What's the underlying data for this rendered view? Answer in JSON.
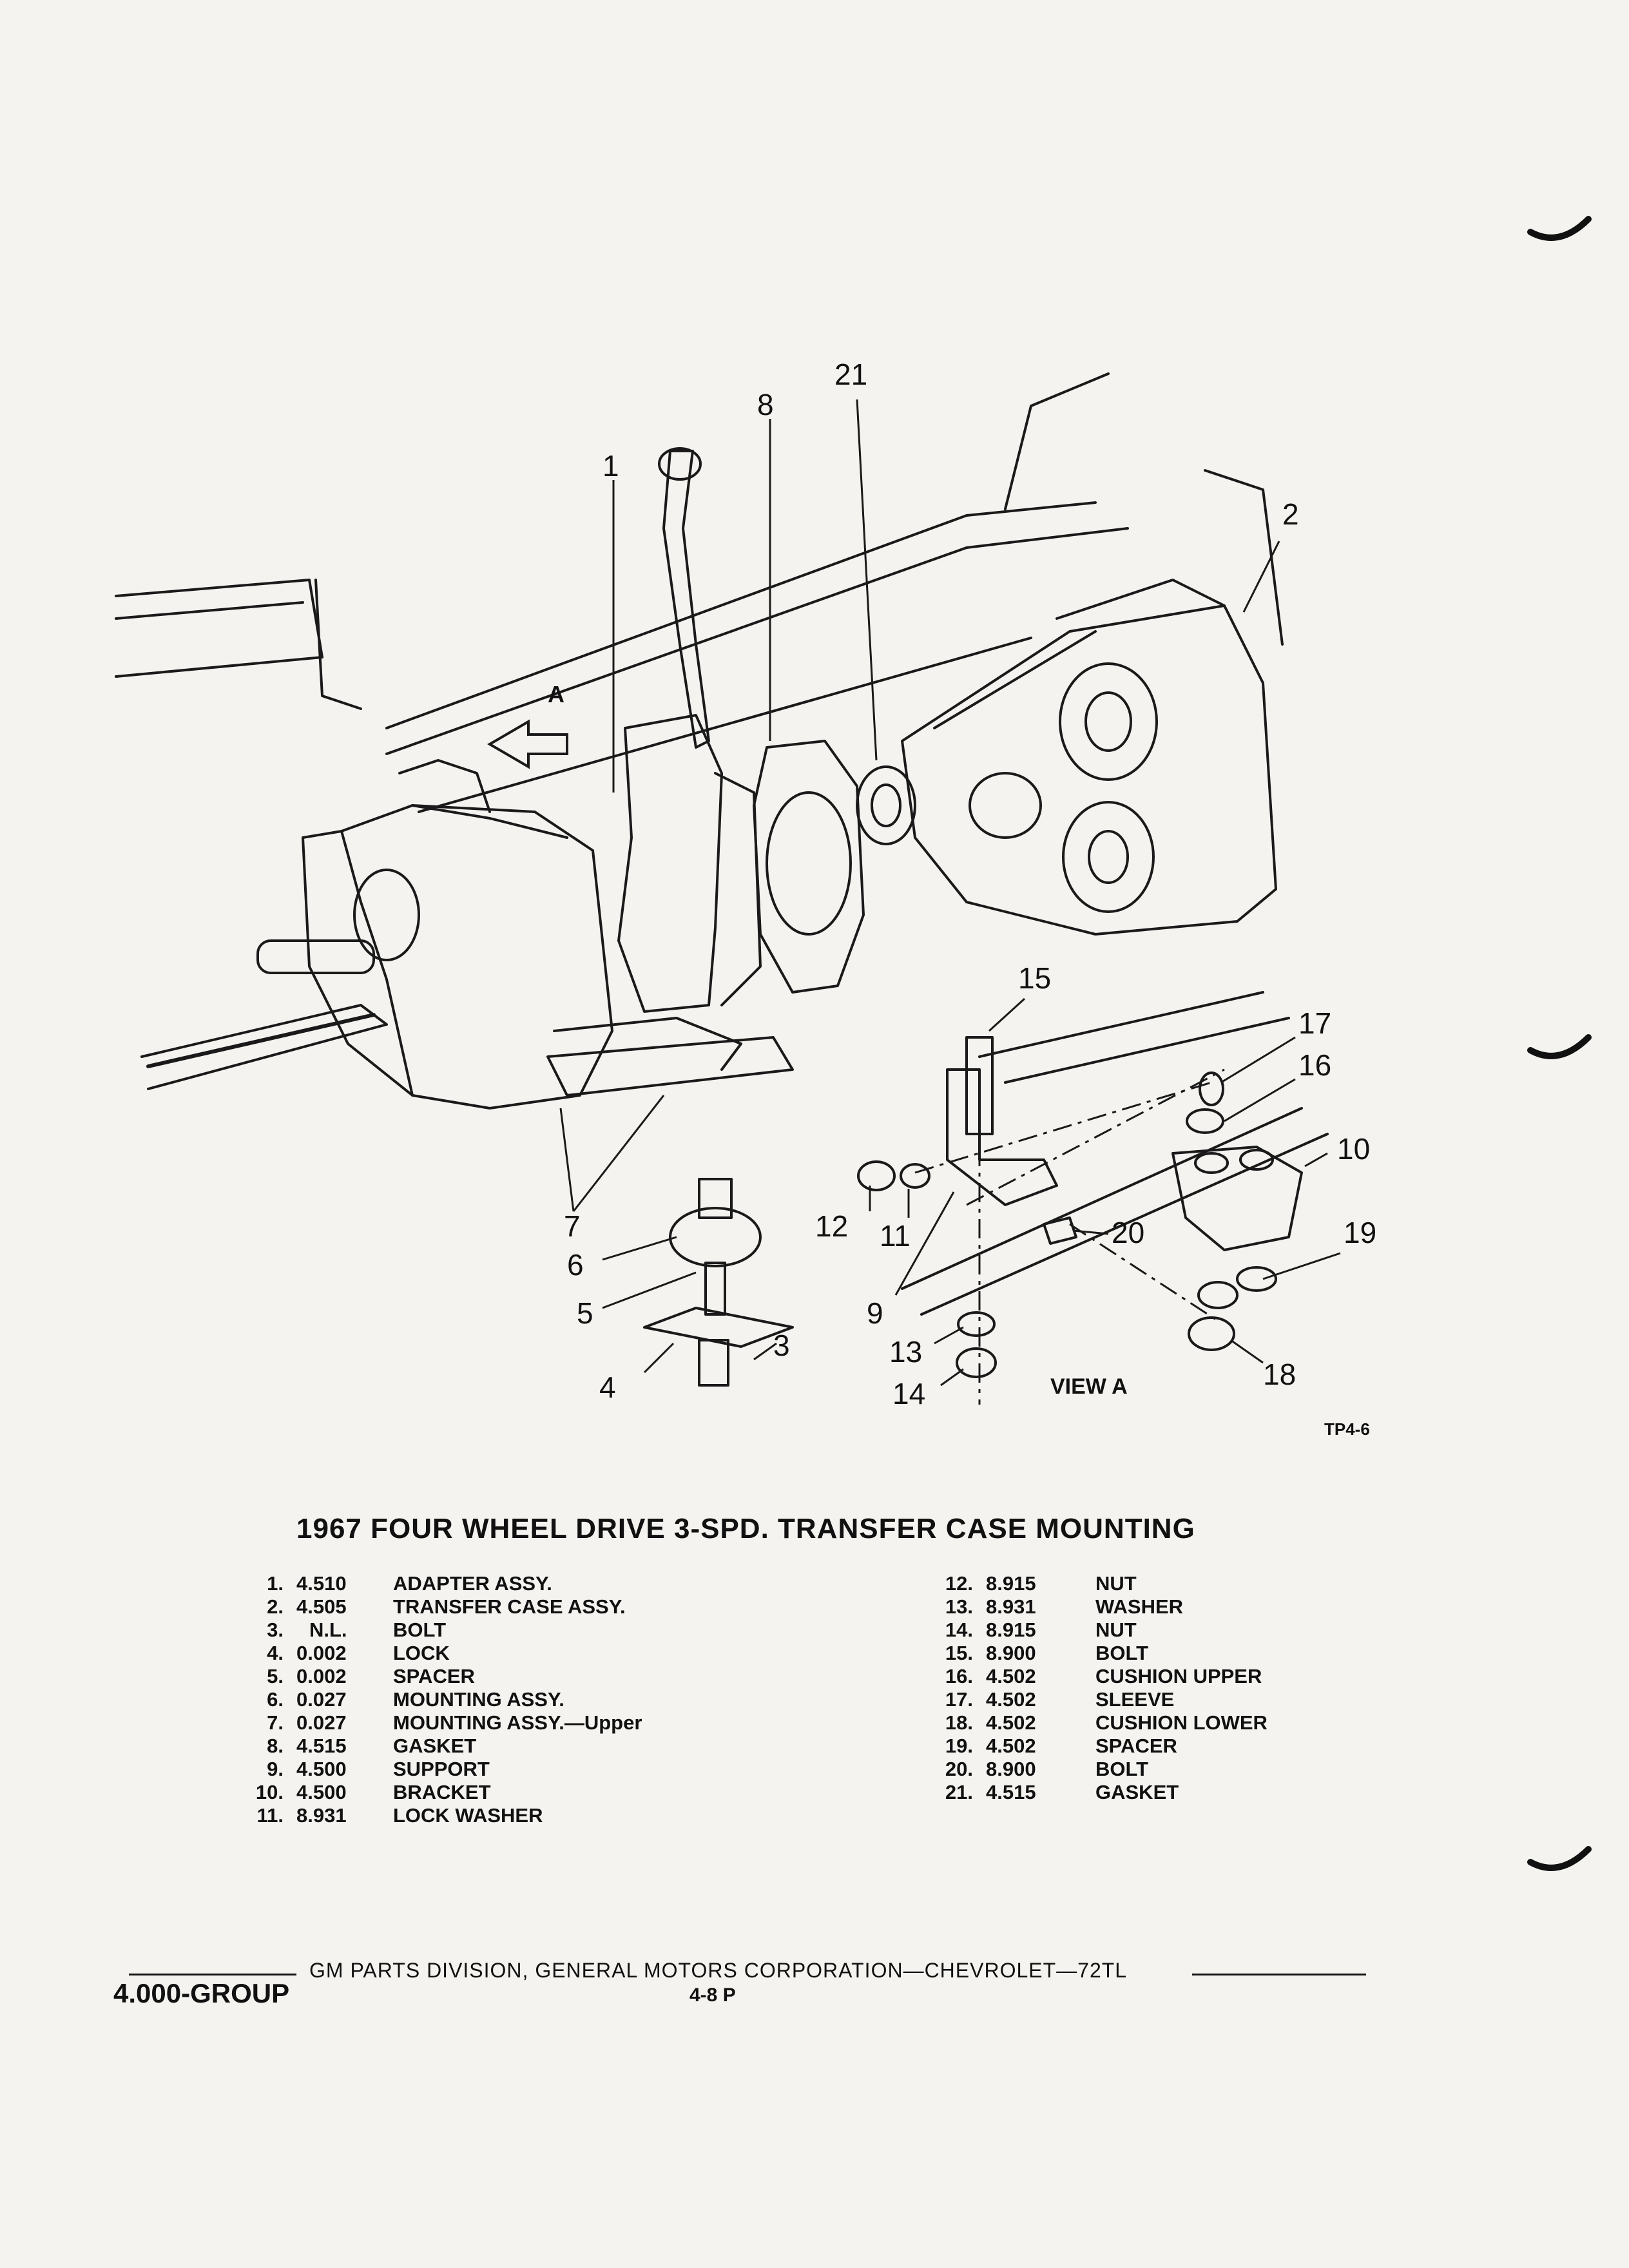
{
  "diagram": {
    "callouts": [
      "1",
      "2",
      "3",
      "4",
      "5",
      "6",
      "7",
      "8",
      "9",
      "10",
      "11",
      "12",
      "13",
      "14",
      "15",
      "16",
      "17",
      "18",
      "19",
      "20",
      "21"
    ],
    "arrow_label": "A",
    "view_label": "VIEW A",
    "figure_code": "TP4-6"
  },
  "title": "1967 FOUR WHEEL DRIVE 3-SPD. TRANSFER CASE MOUNTING",
  "parts_left": [
    {
      "num": "1.",
      "code": "4.510",
      "desc": "ADAPTER ASSY."
    },
    {
      "num": "2.",
      "code": "4.505",
      "desc": "TRANSFER CASE ASSY."
    },
    {
      "num": "3.",
      "code": "N.L.",
      "desc": "BOLT"
    },
    {
      "num": "4.",
      "code": "0.002",
      "desc": "LOCK"
    },
    {
      "num": "5.",
      "code": "0.002",
      "desc": "SPACER"
    },
    {
      "num": "6.",
      "code": "0.027",
      "desc": "MOUNTING ASSY."
    },
    {
      "num": "7.",
      "code": "0.027",
      "desc": "MOUNTING ASSY.—Upper"
    },
    {
      "num": "8.",
      "code": "4.515",
      "desc": "GASKET"
    },
    {
      "num": "9.",
      "code": "4.500",
      "desc": "SUPPORT"
    },
    {
      "num": "10.",
      "code": "4.500",
      "desc": "BRACKET"
    },
    {
      "num": "11.",
      "code": "8.931",
      "desc": "LOCK WASHER"
    }
  ],
  "parts_right": [
    {
      "num": "12.",
      "code": "8.915",
      "desc": "NUT"
    },
    {
      "num": "13.",
      "code": "8.931",
      "desc": "WASHER"
    },
    {
      "num": "14.",
      "code": "8.915",
      "desc": "NUT"
    },
    {
      "num": "15.",
      "code": "8.900",
      "desc": "BOLT"
    },
    {
      "num": "16.",
      "code": "4.502",
      "desc": "CUSHION UPPER"
    },
    {
      "num": "17.",
      "code": "4.502",
      "desc": "SLEEVE"
    },
    {
      "num": "18.",
      "code": "4.502",
      "desc": "CUSHION LOWER"
    },
    {
      "num": "19.",
      "code": "4.502",
      "desc": "SPACER"
    },
    {
      "num": "20.",
      "code": "8.900",
      "desc": "BOLT"
    },
    {
      "num": "21.",
      "code": "4.515",
      "desc": "GASKET"
    }
  ],
  "footer": {
    "text": "GM PARTS DIVISION, GENERAL MOTORS CORPORATION—CHEVROLET—72TL",
    "group": "4.000-GROUP",
    "page": "4-8 P"
  }
}
